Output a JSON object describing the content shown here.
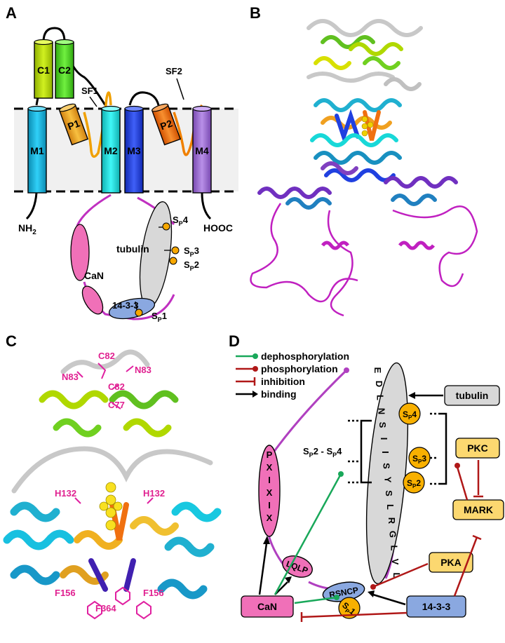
{
  "panels": {
    "a": {
      "label": "A"
    },
    "b": {
      "label": "B"
    },
    "c": {
      "label": "C"
    },
    "d": {
      "label": "D"
    }
  },
  "topology": {
    "helices": [
      "M1",
      "M2",
      "M3",
      "M4",
      "C1",
      "C2",
      "P1",
      "P2"
    ],
    "selectivity_filters": [
      "SF1",
      "SF2"
    ],
    "n_terminus": "NH",
    "n_terminus_sub": "2",
    "c_terminus": "HOOC",
    "binding_regions": [
      "CaN",
      "tubulin",
      "14-3-3"
    ],
    "sites": [
      {
        "main": "S",
        "sub": "P",
        "num": "4"
      },
      {
        "main": "S",
        "sub": "P",
        "num": "3"
      },
      {
        "main": "S",
        "sub": "P",
        "num": "2"
      },
      {
        "main": "S",
        "sub": "P",
        "num": "1"
      }
    ]
  },
  "structure_c": {
    "residues": [
      "C82",
      "N83",
      "N83",
      "C82",
      "C77",
      "H132",
      "H132",
      "F156",
      "F364",
      "F156"
    ]
  },
  "pathway": {
    "legend": [
      {
        "label": "dephosphorylation",
        "color": "#19a85a",
        "end": "dot"
      },
      {
        "label": "phosphorylation",
        "color": "#b01818",
        "end": "dot"
      },
      {
        "label": "inhibition",
        "color": "#b01818",
        "end": "bar"
      },
      {
        "label": "binding",
        "color": "#000000",
        "end": "arrow"
      }
    ],
    "motif_pxixit": [
      "P",
      "X",
      "I",
      "X",
      "I",
      "X"
    ],
    "motif_lqlp": "LQLP",
    "motif_rsncp": "RSNCP",
    "motif_long": [
      "E",
      "D",
      "L",
      "N",
      "S",
      "I",
      "I",
      "S",
      "Y",
      "S",
      "L",
      "R",
      "G",
      "L",
      "V",
      "L"
    ],
    "sp_range": "SP2 - SP4",
    "sp_range_parts": {
      "a_main": "S",
      "a_sub": "P",
      "a_num": "2",
      "dash": " - ",
      "b_main": "S",
      "b_sub": "P",
      "b_num": "4"
    },
    "boxes": {
      "tubulin": "tubulin",
      "pkc": "PKC",
      "mark": "MARK",
      "pka": "PKA",
      "can": "CaN",
      "fourteen33": "14-3-3"
    },
    "sp_circles": [
      {
        "main": "S",
        "sub": "P",
        "num": "4"
      },
      {
        "main": "S",
        "sub": "P",
        "num": "3"
      },
      {
        "main": "S",
        "sub": "P",
        "num": "2"
      },
      {
        "main": "S",
        "sub": "P",
        "num": "1"
      }
    ]
  },
  "colors": {
    "m1": "#19c8f0",
    "m2": "#18e8e8",
    "m3": "#2448f0",
    "m4": "#a070d8",
    "c1": "#b8e000",
    "c2": "#50e020",
    "p1": "#f0a820",
    "p2": "#f07810",
    "magenta": "#c030c0",
    "can_pink": "#f070b8",
    "gray": "#d8d8d8",
    "blue_1433": "#8aa8e0",
    "orange_site": "#f8a800",
    "box_yellow": "#fcd870"
  }
}
